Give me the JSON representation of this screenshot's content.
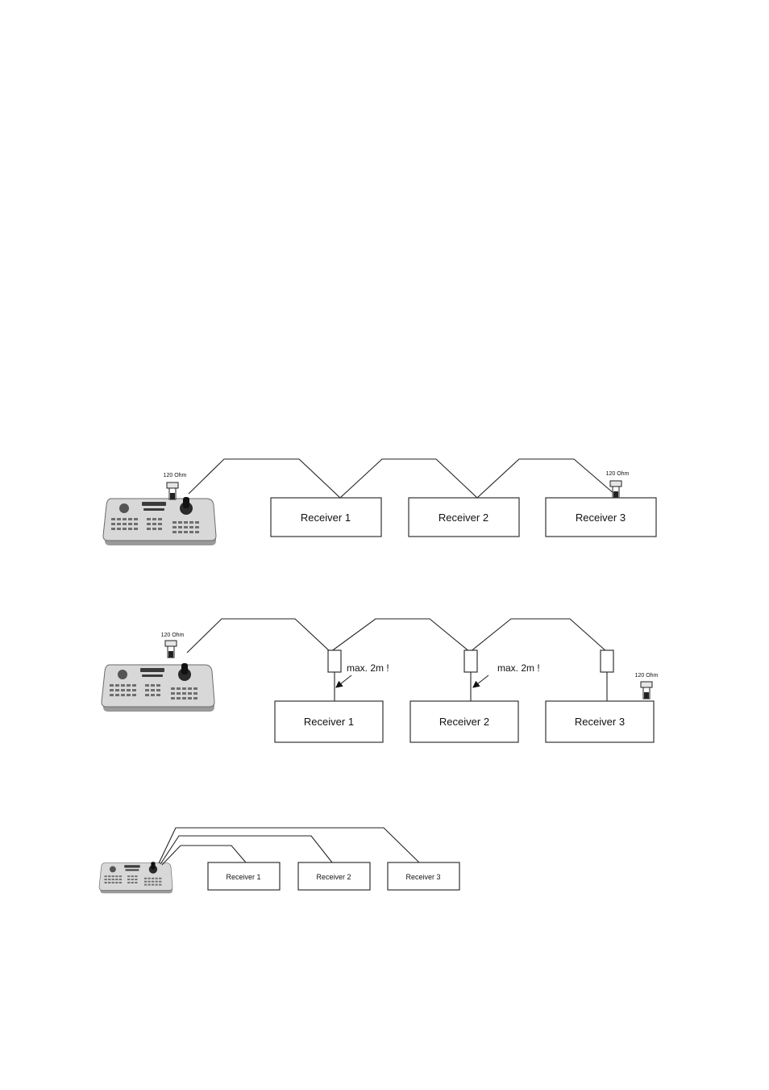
{
  "diagrams": [
    {
      "id": "daisy-chain",
      "receivers": [
        "Receiver 1",
        "Receiver 2",
        "Receiver 3"
      ],
      "terminator_labels": [
        "120 Ohm",
        "120 Ohm"
      ]
    },
    {
      "id": "daisy-chain-with-stubs",
      "receivers": [
        "Receiver 1",
        "Receiver 2",
        "Receiver 3"
      ],
      "terminator_labels": [
        "120 Ohm",
        "120 Ohm"
      ],
      "stub_notes": [
        "max. 2m !",
        "max. 2m !"
      ]
    },
    {
      "id": "star",
      "receivers": [
        "Receiver 1",
        "Receiver 2",
        "Receiver 3"
      ]
    }
  ],
  "icons": {
    "keyboard": "ptz-controller-keyboard-icon",
    "terminator": "terminator-resistor-icon",
    "junction": "junction-box-icon"
  }
}
